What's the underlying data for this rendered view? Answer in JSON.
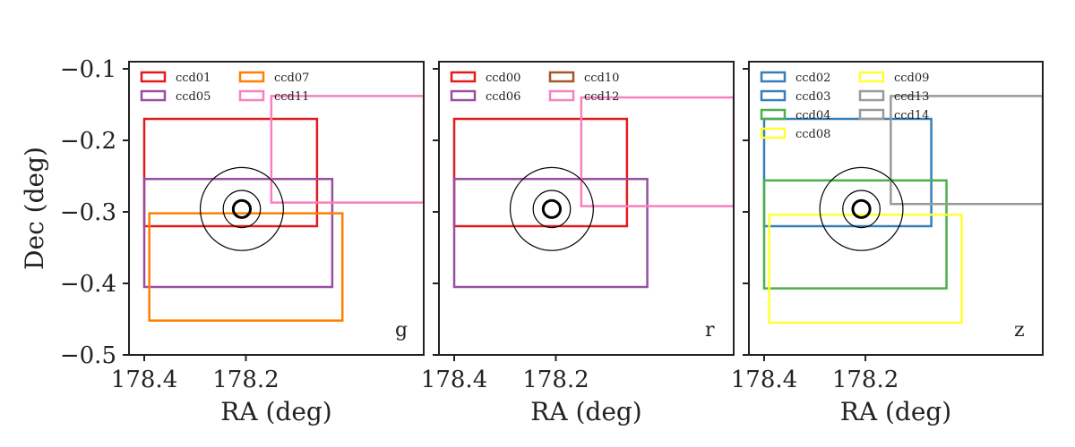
{
  "chart_data": [
    {
      "type": "footprint",
      "band": "g",
      "xlabel": "RA (deg)",
      "ylabel": "Dec (deg)",
      "x_ticks": [
        "178.4",
        "178.2"
      ],
      "y_ticks": [
        "−0.1",
        "−0.2",
        "−0.3",
        "−0.4",
        "−0.5"
      ],
      "ccds": [
        {
          "name": "ccd01",
          "color": "#e41a1c",
          "ra": [
            178.06,
            178.4
          ],
          "dec": [
            -0.32,
            -0.17
          ]
        },
        {
          "name": "ccd05",
          "color": "#984ea3",
          "ra": [
            178.03,
            178.4
          ],
          "dec": [
            -0.405,
            -0.254
          ]
        },
        {
          "name": "ccd07",
          "color": "#ff7f00",
          "ra": [
            178.01,
            178.39
          ],
          "dec": [
            -0.452,
            -0.302
          ]
        },
        {
          "name": "ccd11",
          "color": "#f781bf",
          "ra": [
            177.85,
            178.15
          ],
          "dec": [
            -0.287,
            -0.138
          ]
        }
      ]
    },
    {
      "type": "footprint",
      "band": "r",
      "xlabel": "RA (deg)",
      "ylabel": "",
      "x_ticks": [
        "178.4",
        "178.2"
      ],
      "y_ticks": [],
      "ccds": [
        {
          "name": "ccd00",
          "color": "#e41a1c",
          "ra": [
            178.06,
            178.4
          ],
          "dec": [
            -0.32,
            -0.17
          ]
        },
        {
          "name": "ccd06",
          "color": "#984ea3",
          "ra": [
            178.02,
            178.4
          ],
          "dec": [
            -0.405,
            -0.254
          ]
        },
        {
          "name": "ccd10",
          "color": "#a65628",
          "ra": [],
          "dec": []
        },
        {
          "name": "ccd12",
          "color": "#f781bf",
          "ra": [
            177.85,
            178.15
          ],
          "dec": [
            -0.292,
            -0.14
          ]
        }
      ]
    },
    {
      "type": "footprint",
      "band": "z",
      "xlabel": "RA (deg)",
      "ylabel": "",
      "x_ticks": [
        "178.4",
        "178.2"
      ],
      "y_ticks": [],
      "ccds": [
        {
          "name": "ccd02",
          "color": "#377eb8",
          "ra": [
            178.07,
            178.4
          ],
          "dec": [
            -0.32,
            -0.17
          ]
        },
        {
          "name": "ccd03",
          "color": "#377eb8",
          "ra": [],
          "dec": []
        },
        {
          "name": "ccd04",
          "color": "#4daf4a",
          "ra": [
            178.04,
            178.4
          ],
          "dec": [
            -0.407,
            -0.256
          ]
        },
        {
          "name": "ccd08",
          "color": "#ffff33",
          "ra": [
            178.01,
            178.39
          ],
          "dec": [
            -0.455,
            -0.304
          ]
        },
        {
          "name": "ccd09",
          "color": "#ffff33",
          "ra": [],
          "dec": []
        },
        {
          "name": "ccd13",
          "color": "#999999",
          "ra": [
            177.85,
            178.15
          ],
          "dec": [
            -0.289,
            -0.138
          ]
        },
        {
          "name": "ccd14",
          "color": "#999999",
          "ra": [],
          "dec": []
        }
      ]
    }
  ],
  "axes_common": {
    "ra_range": [
      178.43,
      177.85
    ],
    "dec_range": [
      -0.5,
      -0.09
    ],
    "x_tick_values": [
      178.4,
      178.2
    ],
    "y_tick_values": [
      -0.1,
      -0.2,
      -0.3,
      -0.4,
      -0.5
    ],
    "target": {
      "ra": 178.208,
      "dec": -0.296,
      "radii_deg": [
        0.012,
        0.026,
        0.058
      ]
    }
  }
}
